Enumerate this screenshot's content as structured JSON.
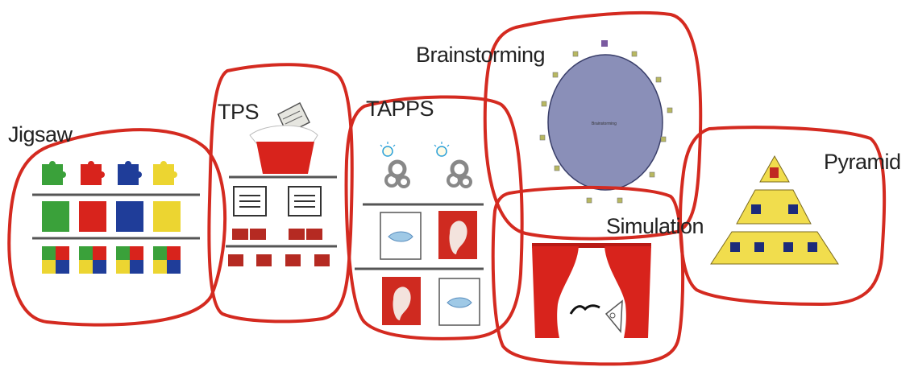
{
  "methods": [
    {
      "id": "jigsaw",
      "label": "Jigsaw",
      "icon": "puzzle-pieces-icon"
    },
    {
      "id": "tps",
      "label": "TPS",
      "icon": "ballot-box-icon"
    },
    {
      "id": "tapps",
      "label": "TAPPS",
      "icon": "lightbulb-gears-icon"
    },
    {
      "id": "brainstorming",
      "label": "Brainstorming",
      "inner_label": "Brainstorming",
      "icon": "idea-circle-icon"
    },
    {
      "id": "simulation",
      "label": "Simulation",
      "icon": "theater-curtain-icon"
    },
    {
      "id": "pyramid",
      "label": "Pyramid",
      "icon": "pyramid-icon"
    }
  ],
  "colors": {
    "outline": "#d42a20",
    "red": "#d8231c",
    "green": "#3aa13a",
    "blue": "#1f3d99",
    "yellow": "#ecd531",
    "navy": "#1c2b7a",
    "circle_fill": "#8a8fb8",
    "pyramid_fill": "#f1dd4d"
  }
}
